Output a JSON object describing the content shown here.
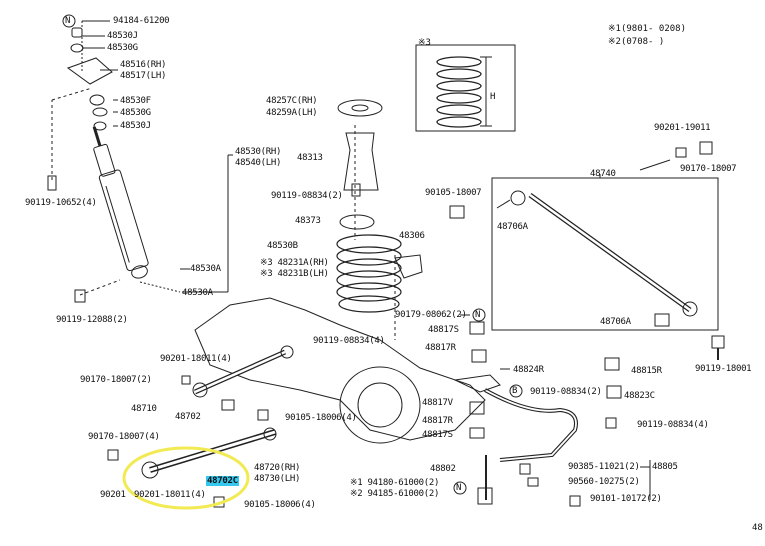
{
  "diagram": {
    "highlight_color": "#35c7ee",
    "circle_color": "#f2ea52",
    "page_number": "48",
    "notes": [
      {
        "mark": "※1",
        "text": "(9801- 0208)"
      },
      {
        "mark": "※2",
        "text": "(0708-      )"
      }
    ],
    "spring_marker": "※3",
    "spring_dim": "H",
    "callouts": {
      "N": "N",
      "B": "B"
    },
    "parts": [
      {
        "id": "94184-61200",
        "label": "94184-61200"
      },
      {
        "id": "48530J_top",
        "label": "48530J"
      },
      {
        "id": "48530G_top",
        "label": "48530G"
      },
      {
        "id": "48516",
        "label": "48516(RH)"
      },
      {
        "id": "48517",
        "label": "48517(LH)"
      },
      {
        "id": "48530F",
        "label": "48530F"
      },
      {
        "id": "48530G_mid",
        "label": "48530G"
      },
      {
        "id": "48530J_mid",
        "label": "48530J"
      },
      {
        "id": "48257C",
        "label": "48257C(RH)"
      },
      {
        "id": "48259A",
        "label": "48259A(LH)"
      },
      {
        "id": "48530RH",
        "label": "48530(RH)"
      },
      {
        "id": "48540LH",
        "label": "48540(LH)"
      },
      {
        "id": "48313",
        "label": "48313"
      },
      {
        "id": "90119-10652",
        "label": "90119-10652(4)"
      },
      {
        "id": "90119-08834a",
        "label": "90119-08834(2)"
      },
      {
        "id": "48373",
        "label": "48373"
      },
      {
        "id": "48530B",
        "label": "48530B"
      },
      {
        "id": "48530A_1",
        "label": "48530A"
      },
      {
        "id": "48530A_2",
        "label": "48530A"
      },
      {
        "id": "48231A",
        "label": "※3 48231A(RH)"
      },
      {
        "id": "48231B",
        "label": "※3 48231B(LH)"
      },
      {
        "id": "48306",
        "label": "48306"
      },
      {
        "id": "90119-12088",
        "label": "90119-12088(2)"
      },
      {
        "id": "90201-19011a",
        "label": "90201-19011"
      },
      {
        "id": "90170-18007a",
        "label": "90170-18007"
      },
      {
        "id": "48740",
        "label": "48740"
      },
      {
        "id": "90105-18007a",
        "label": "90105-18007"
      },
      {
        "id": "48706A_1",
        "label": "48706A"
      },
      {
        "id": "90179-08062",
        "label": "90179-08062(2)"
      },
      {
        "id": "48706A_2",
        "label": "48706A"
      },
      {
        "id": "48817S_1",
        "label": "48817S"
      },
      {
        "id": "90119-08834b",
        "label": "90119-08834(4)"
      },
      {
        "id": "48817R_1",
        "label": "48817R"
      },
      {
        "id": "90119-18001",
        "label": "90119-18001"
      },
      {
        "id": "90201-18011",
        "label": "90201-18011(4)"
      },
      {
        "id": "48824R",
        "label": "48824R"
      },
      {
        "id": "48815R",
        "label": "48815R"
      },
      {
        "id": "90170-18007b",
        "label": "90170-18007(2)"
      },
      {
        "id": "90119-08834c",
        "label": "90119-08834(2)"
      },
      {
        "id": "48823C",
        "label": "48823C"
      },
      {
        "id": "48710",
        "label": "48710"
      },
      {
        "id": "48702",
        "label": "48702"
      },
      {
        "id": "48817V",
        "label": "48817V"
      },
      {
        "id": "90105-18006a",
        "label": "90105-18006(4)"
      },
      {
        "id": "48817R_2",
        "label": "48817R"
      },
      {
        "id": "90119-08834d",
        "label": "90119-08834(4)"
      },
      {
        "id": "90170-18007c",
        "label": "90170-18007(4)"
      },
      {
        "id": "48817S_2",
        "label": "48817S"
      },
      {
        "id": "90385-11021",
        "label": "90385-11021(2)"
      },
      {
        "id": "48805",
        "label": "48805"
      },
      {
        "id": "48720",
        "label": "48720(RH)"
      },
      {
        "id": "48730",
        "label": "48730(LH)"
      },
      {
        "id": "48802",
        "label": "48802"
      },
      {
        "id": "90560-10275",
        "label": "90560-10275(2)"
      },
      {
        "id": "48702C",
        "label": "48702C"
      },
      {
        "id": "94180-61000",
        "label": "※1 94180-61000(2)"
      },
      {
        "id": "94185-61000",
        "label": "※2 94185-61000(2)"
      },
      {
        "id": "90201",
        "label": "90201"
      },
      {
        "id": "90101-10172",
        "label": "90101-10172(2)"
      },
      {
        "id": "90201-18011b",
        "label": "90201-18011(4)"
      },
      {
        "id": "90105-18006b",
        "label": "90105-18006(4)"
      }
    ]
  }
}
